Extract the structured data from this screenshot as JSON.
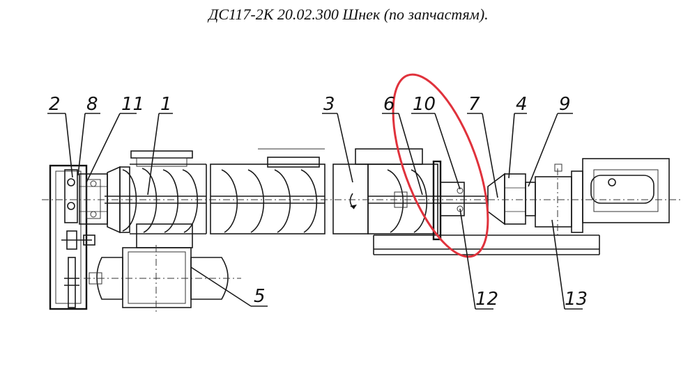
{
  "title": "ДС117-2К 20.02.300 Шнек (по запчастям).",
  "callouts": [
    {
      "id": "2",
      "text": "2"
    },
    {
      "id": "8",
      "text": "8"
    },
    {
      "id": "11",
      "text": "11"
    },
    {
      "id": "1",
      "text": "1"
    },
    {
      "id": "3",
      "text": "3"
    },
    {
      "id": "6",
      "text": "6"
    },
    {
      "id": "10",
      "text": "10"
    },
    {
      "id": "7",
      "text": "7"
    },
    {
      "id": "4",
      "text": "4"
    },
    {
      "id": "9",
      "text": "9"
    },
    {
      "id": "5",
      "text": "5"
    },
    {
      "id": "12",
      "text": "12"
    },
    {
      "id": "13",
      "text": "13"
    }
  ],
  "highlight_color": "#e0323c"
}
